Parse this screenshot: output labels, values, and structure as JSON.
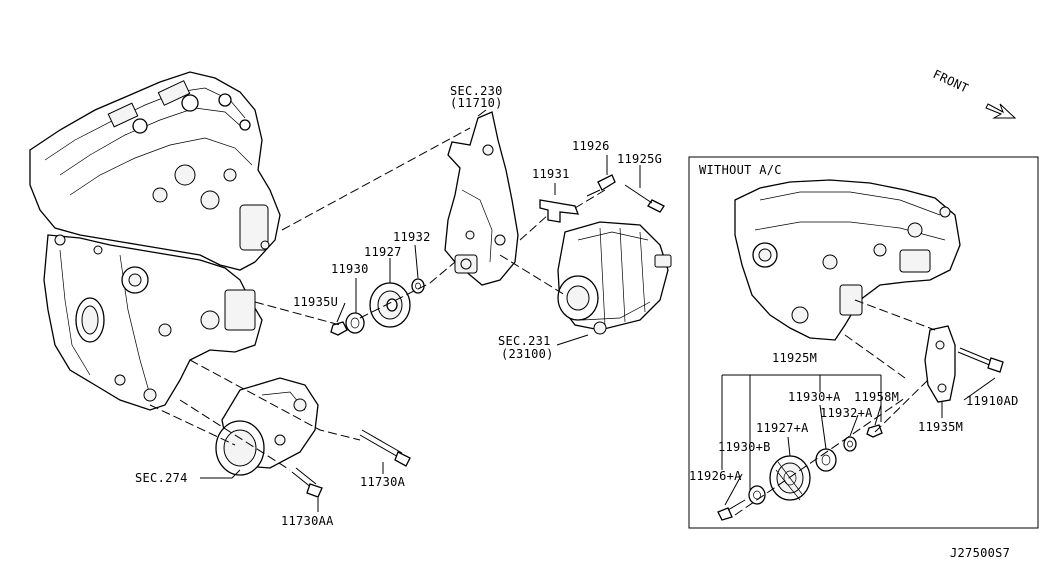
{
  "labels": {
    "sec230": "SEC.230",
    "sec230_ref": "(11710)",
    "p11926": "11926",
    "p11925g": "11925G",
    "p11931": "11931",
    "p11932": "11932",
    "p11927": "11927",
    "p11930": "11930",
    "p11935u": "11935U",
    "sec231": "SEC.231",
    "sec231_ref": "(23100)",
    "sec274": "SEC.274",
    "p11730a": "11730A",
    "p11730aa": "11730AA",
    "front": "FRONT",
    "without_ac": "WITHOUT A/C",
    "p11925m": "11925M",
    "p11930a": "11930+A",
    "p11958m": "11958M",
    "p11932a": "11932+A",
    "p11927a": "11927+A",
    "p11930b": "11930+B",
    "p11926a": "11926+A",
    "p11910ad": "11910AD",
    "p11935m": "11935M",
    "diagram_code": "J27500S7"
  }
}
